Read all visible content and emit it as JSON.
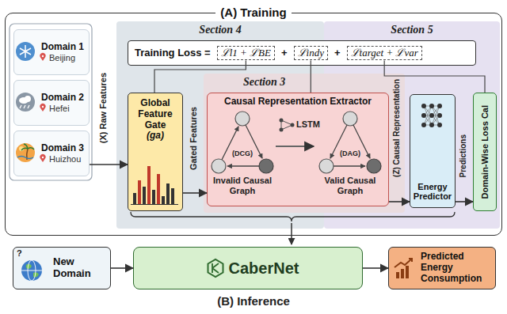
{
  "diagram": {
    "nodes": [
      {
        "text": [
          "(A) Training"
        ]
      },
      {
        "text": [
          "Domain 1",
          "Beijing"
        ],
        "in": 0
      },
      {
        "text": [
          "Domain 2",
          "Hefei"
        ],
        "in": 0
      },
      {
        "text": [
          "Domain 3",
          "Huizhou"
        ],
        "in": 0
      },
      {
        "text": [
          "Section 4"
        ],
        "in": 0
      },
      {
        "text": [
          "Section 5"
        ],
        "in": 0
      },
      {
        "text": [
          "Training Loss ="
        ],
        "in": 0
      },
      {
        "text": [
          "ℒl1 + ℒBE"
        ],
        "in": 6
      },
      {
        "text": [
          "ℒindy"
        ],
        "in": 6
      },
      {
        "text": [
          "ℒtarget + ℒvar"
        ],
        "in": 6
      },
      {
        "text": [
          "Global Feature Gate",
          "(ga)"
        ],
        "in": 4
      },
      {
        "text": [
          "Section 3"
        ],
        "in": 0
      },
      {
        "text": [
          "Causal Representation Extractor"
        ],
        "in": 11
      },
      {
        "text": [
          "Energy Predictor"
        ],
        "in": 5
      },
      {
        "text": [
          "Domain-Wise Loss Cal"
        ],
        "in": 5
      },
      {
        "text": [
          "New Domain"
        ]
      },
      {
        "text": [
          "CaberNet"
        ]
      },
      {
        "text": [
          "Predicted Energy Consumption"
        ]
      }
    ],
    "edges": [
      {
        "from": 3,
        "to": 10,
        "arrow": "to"
      },
      {
        "from": 10,
        "to": 12,
        "arrow": "to"
      },
      {
        "from": 12,
        "to": 13,
        "arrow": "to"
      },
      {
        "from": 13,
        "to": 14,
        "arrow": "to"
      },
      {
        "from": 7,
        "to": 10,
        "arrow": "none"
      },
      {
        "from": 8,
        "to": 12,
        "arrow": "none"
      },
      {
        "from": 9,
        "to": 14,
        "arrow": "none"
      },
      {
        "from": 15,
        "to": 16,
        "arrow": "to"
      },
      {
        "from": 16,
        "to": 17,
        "arrow": "to"
      }
    ],
    "labels": [
      "(X) Raw Features",
      "Gated Features",
      "(DCG)",
      "Invalid Causal Graph",
      "LSTM",
      "(DAG)",
      "Valid Causal Graph",
      "(Z) Causal Representation",
      "Predictions",
      "+",
      "+",
      "?",
      "(B) Inference"
    ]
  }
}
